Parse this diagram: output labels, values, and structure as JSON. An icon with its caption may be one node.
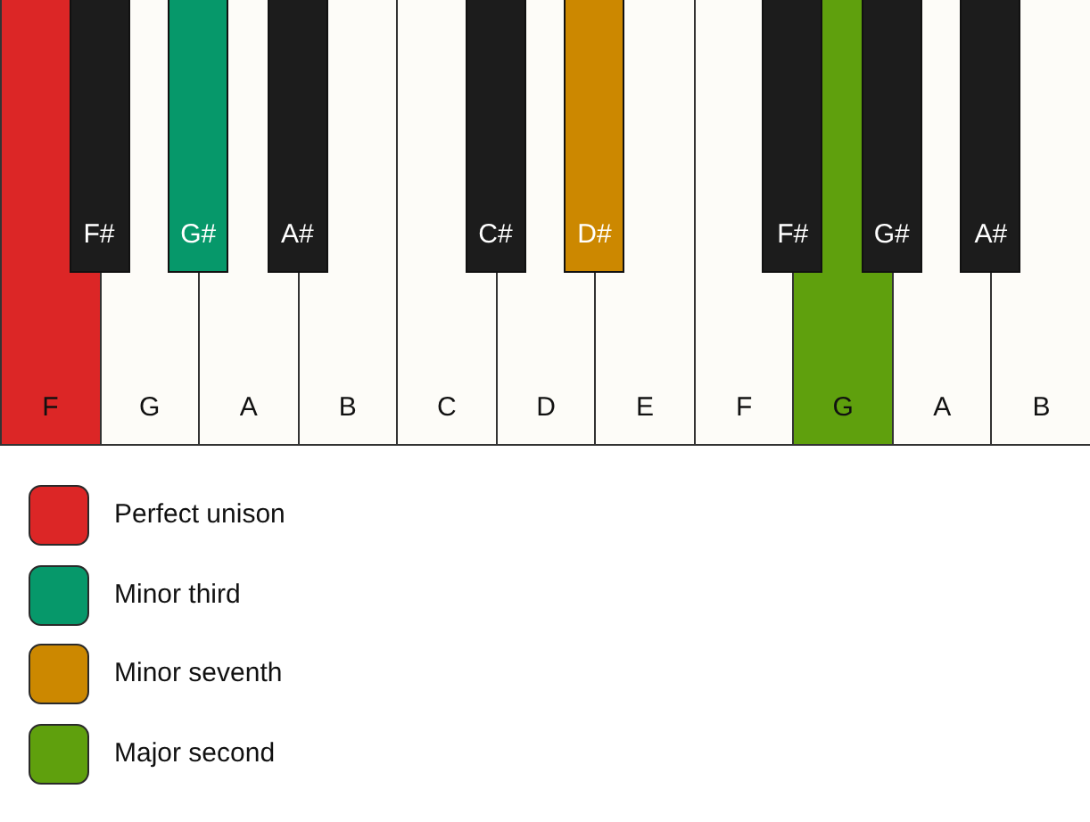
{
  "diagram": {
    "nodes": [
      {
        "text": [
          "F"
        ]
      },
      {
        "text": [
          "F#"
        ]
      },
      {
        "text": [
          "G"
        ]
      },
      {
        "text": [
          "G#"
        ]
      },
      {
        "text": [
          "A"
        ]
      },
      {
        "text": [
          "A#"
        ]
      },
      {
        "text": [
          "B"
        ]
      },
      {
        "text": [
          "C"
        ]
      },
      {
        "text": [
          "C#"
        ]
      },
      {
        "text": [
          "D"
        ]
      },
      {
        "text": [
          "D#"
        ]
      },
      {
        "text": [
          "E"
        ]
      },
      {
        "text": [
          "F"
        ]
      },
      {
        "text": [
          "F#"
        ]
      },
      {
        "text": [
          "G"
        ]
      },
      {
        "text": [
          "G#"
        ]
      },
      {
        "text": [
          "A"
        ]
      },
      {
        "text": [
          "A#"
        ]
      },
      {
        "text": [
          "B"
        ]
      }
    ],
    "edges": [],
    "legend": [
      {
        "text": "Perfect unison",
        "color": "#dc2626"
      },
      {
        "text": "Minor third",
        "color": "#06986a"
      },
      {
        "text": "Minor seventh",
        "color": "#cc8800"
      },
      {
        "text": "Major second",
        "color": "#5fa00d"
      }
    ]
  }
}
